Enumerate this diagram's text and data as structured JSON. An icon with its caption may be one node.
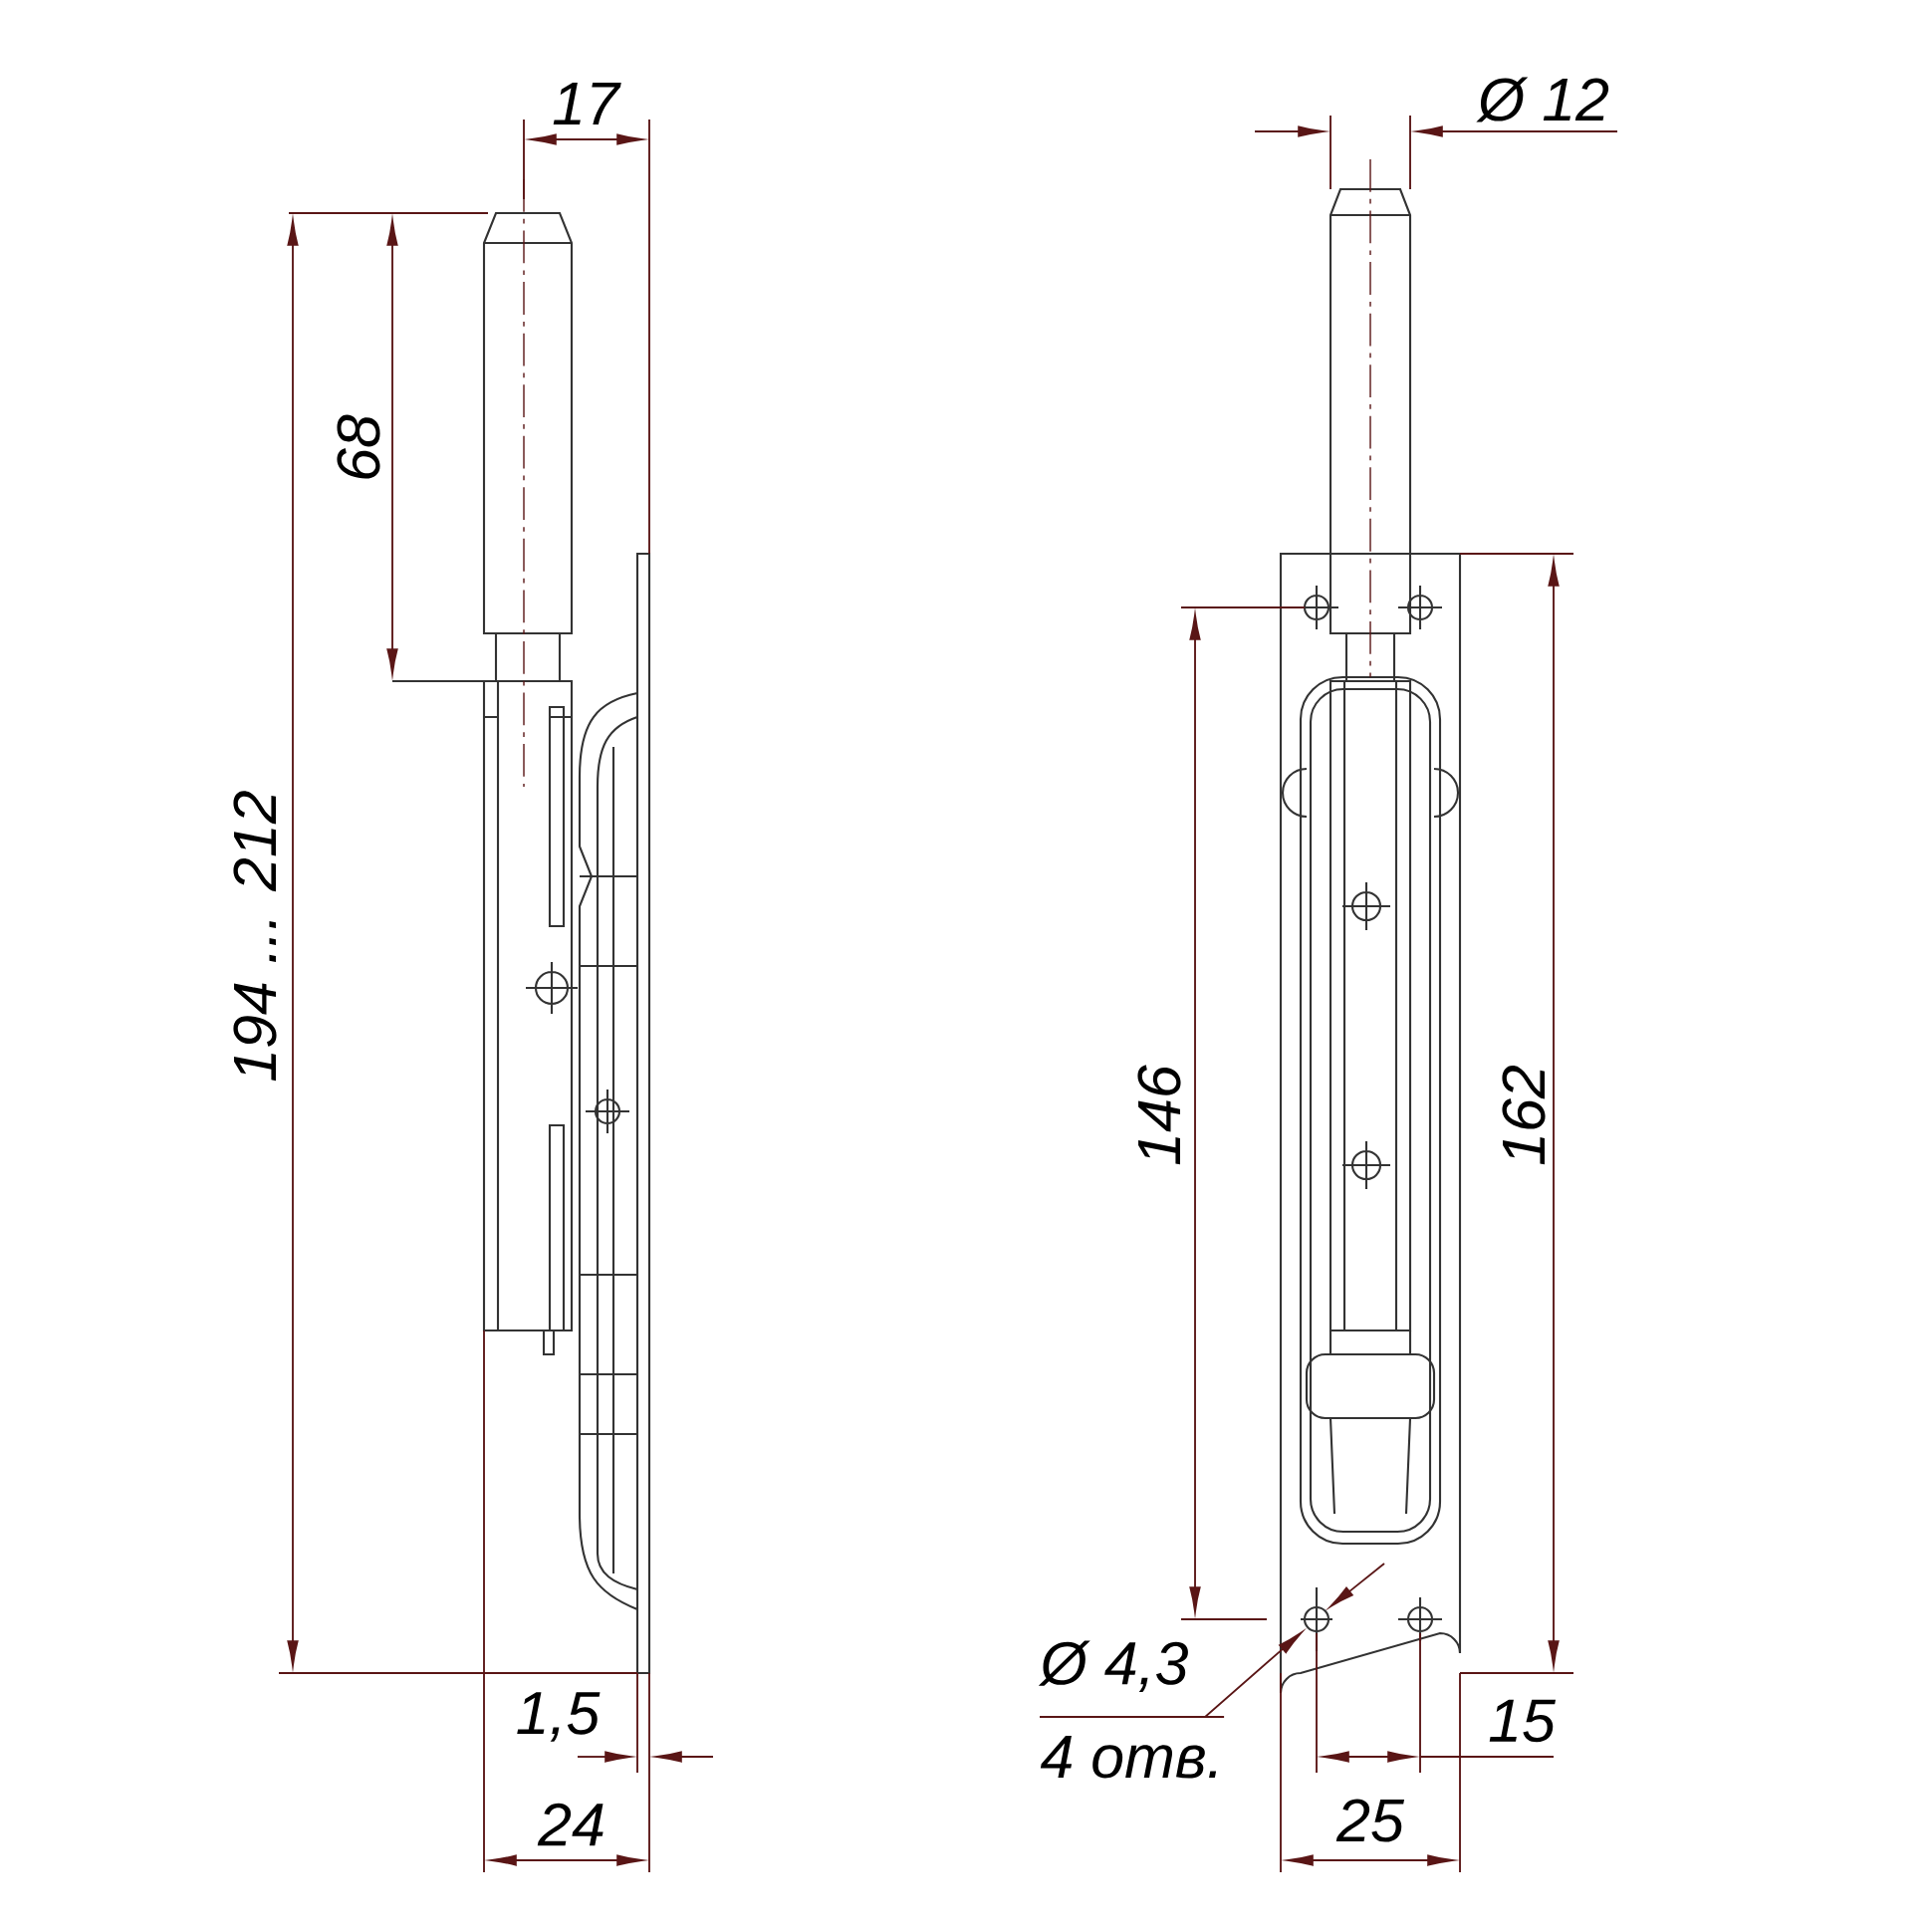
{
  "diagram": {
    "nodes": [
      {
        "text": [
          "Ø 4,3",
          "4 отв."
        ]
      },
      {
        "text": [],
        "shape": "circle"
      }
    ],
    "edges": [
      {
        "from": 0,
        "to": 1,
        "arrow": "to"
      }
    ],
    "labels": [
      "17",
      "Ø 12",
      "68",
      "194 ... 212",
      "146",
      "162",
      "1,5",
      "15",
      "24",
      "25"
    ]
  }
}
